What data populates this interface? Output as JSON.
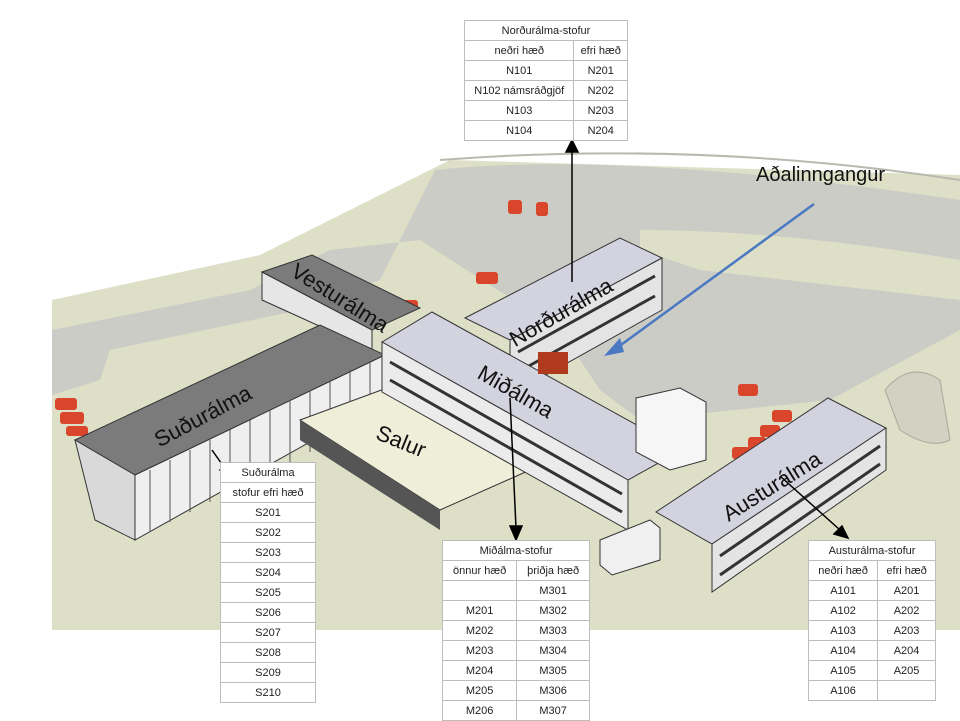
{
  "labels": {
    "entrance": "Aðalinngangur",
    "vestur": "Vesturálma",
    "nordur": "Norðurálma",
    "sudur": "Suðurálma",
    "mid": "Miðálma",
    "salur": "Salur",
    "austur": "Austurálma"
  },
  "tables": {
    "nordur": {
      "title": "Norðurálma-stofur",
      "headers": [
        "neðri hæð",
        "efri hæð"
      ],
      "rows": [
        [
          "N101",
          "N201"
        ],
        [
          "N102 námsráðgjöf",
          "N202"
        ],
        [
          "N103",
          "N203"
        ],
        [
          "N104",
          "N204"
        ]
      ]
    },
    "sudur": {
      "title": "Suðurálma",
      "subtitle": "stofur efri hæð",
      "rows": [
        "S201",
        "S202",
        "S203",
        "S204",
        "S205",
        "S206",
        "S207",
        "S208",
        "S209",
        "S210"
      ]
    },
    "mid": {
      "title": "Miðálma-stofur",
      "headers": [
        "önnur hæð",
        "þriðja hæð"
      ],
      "rows": [
        [
          "",
          "M301"
        ],
        [
          "M201",
          "M302"
        ],
        [
          "M202",
          "M303"
        ],
        [
          "M203",
          "M304"
        ],
        [
          "M204",
          "M305"
        ],
        [
          "M205",
          "M306"
        ],
        [
          "M206",
          "M307"
        ]
      ]
    },
    "austur": {
      "title": "Austurálma-stofur",
      "headers": [
        "neðri hæð",
        "efri hæð"
      ],
      "rows": [
        [
          "A101",
          "A201"
        ],
        [
          "A102",
          "A202"
        ],
        [
          "A103",
          "A203"
        ],
        [
          "A104",
          "A204"
        ],
        [
          "A105",
          "A205"
        ],
        [
          "A106",
          ""
        ]
      ]
    }
  },
  "colors": {
    "ground": "#dedfc7",
    "road": "#c9cac2",
    "roof_dark": "#7b7b7b",
    "roof_light": "#d3d3df",
    "arrow_blue": "#4a78c2",
    "car": "#d9462c"
  }
}
